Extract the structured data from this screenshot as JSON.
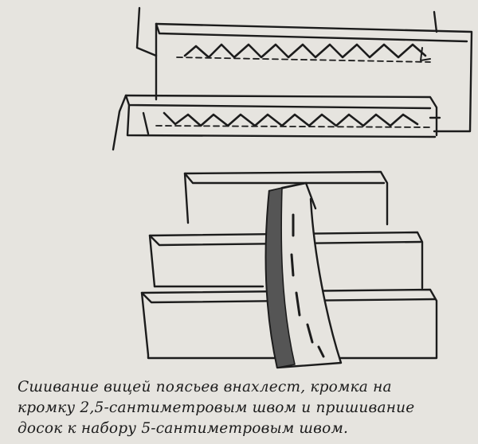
{
  "caption": {
    "lines": [
      "Сшивание вицей поясьев внахлест, кромка на",
      "кромку 2,5-сантиметровым швом и пришивание",
      "досок к набору 5-сантиметровым швом."
    ]
  },
  "colors": {
    "background": "#e6e4df",
    "ink": "#1c1c1c",
    "shade": "#555555"
  }
}
